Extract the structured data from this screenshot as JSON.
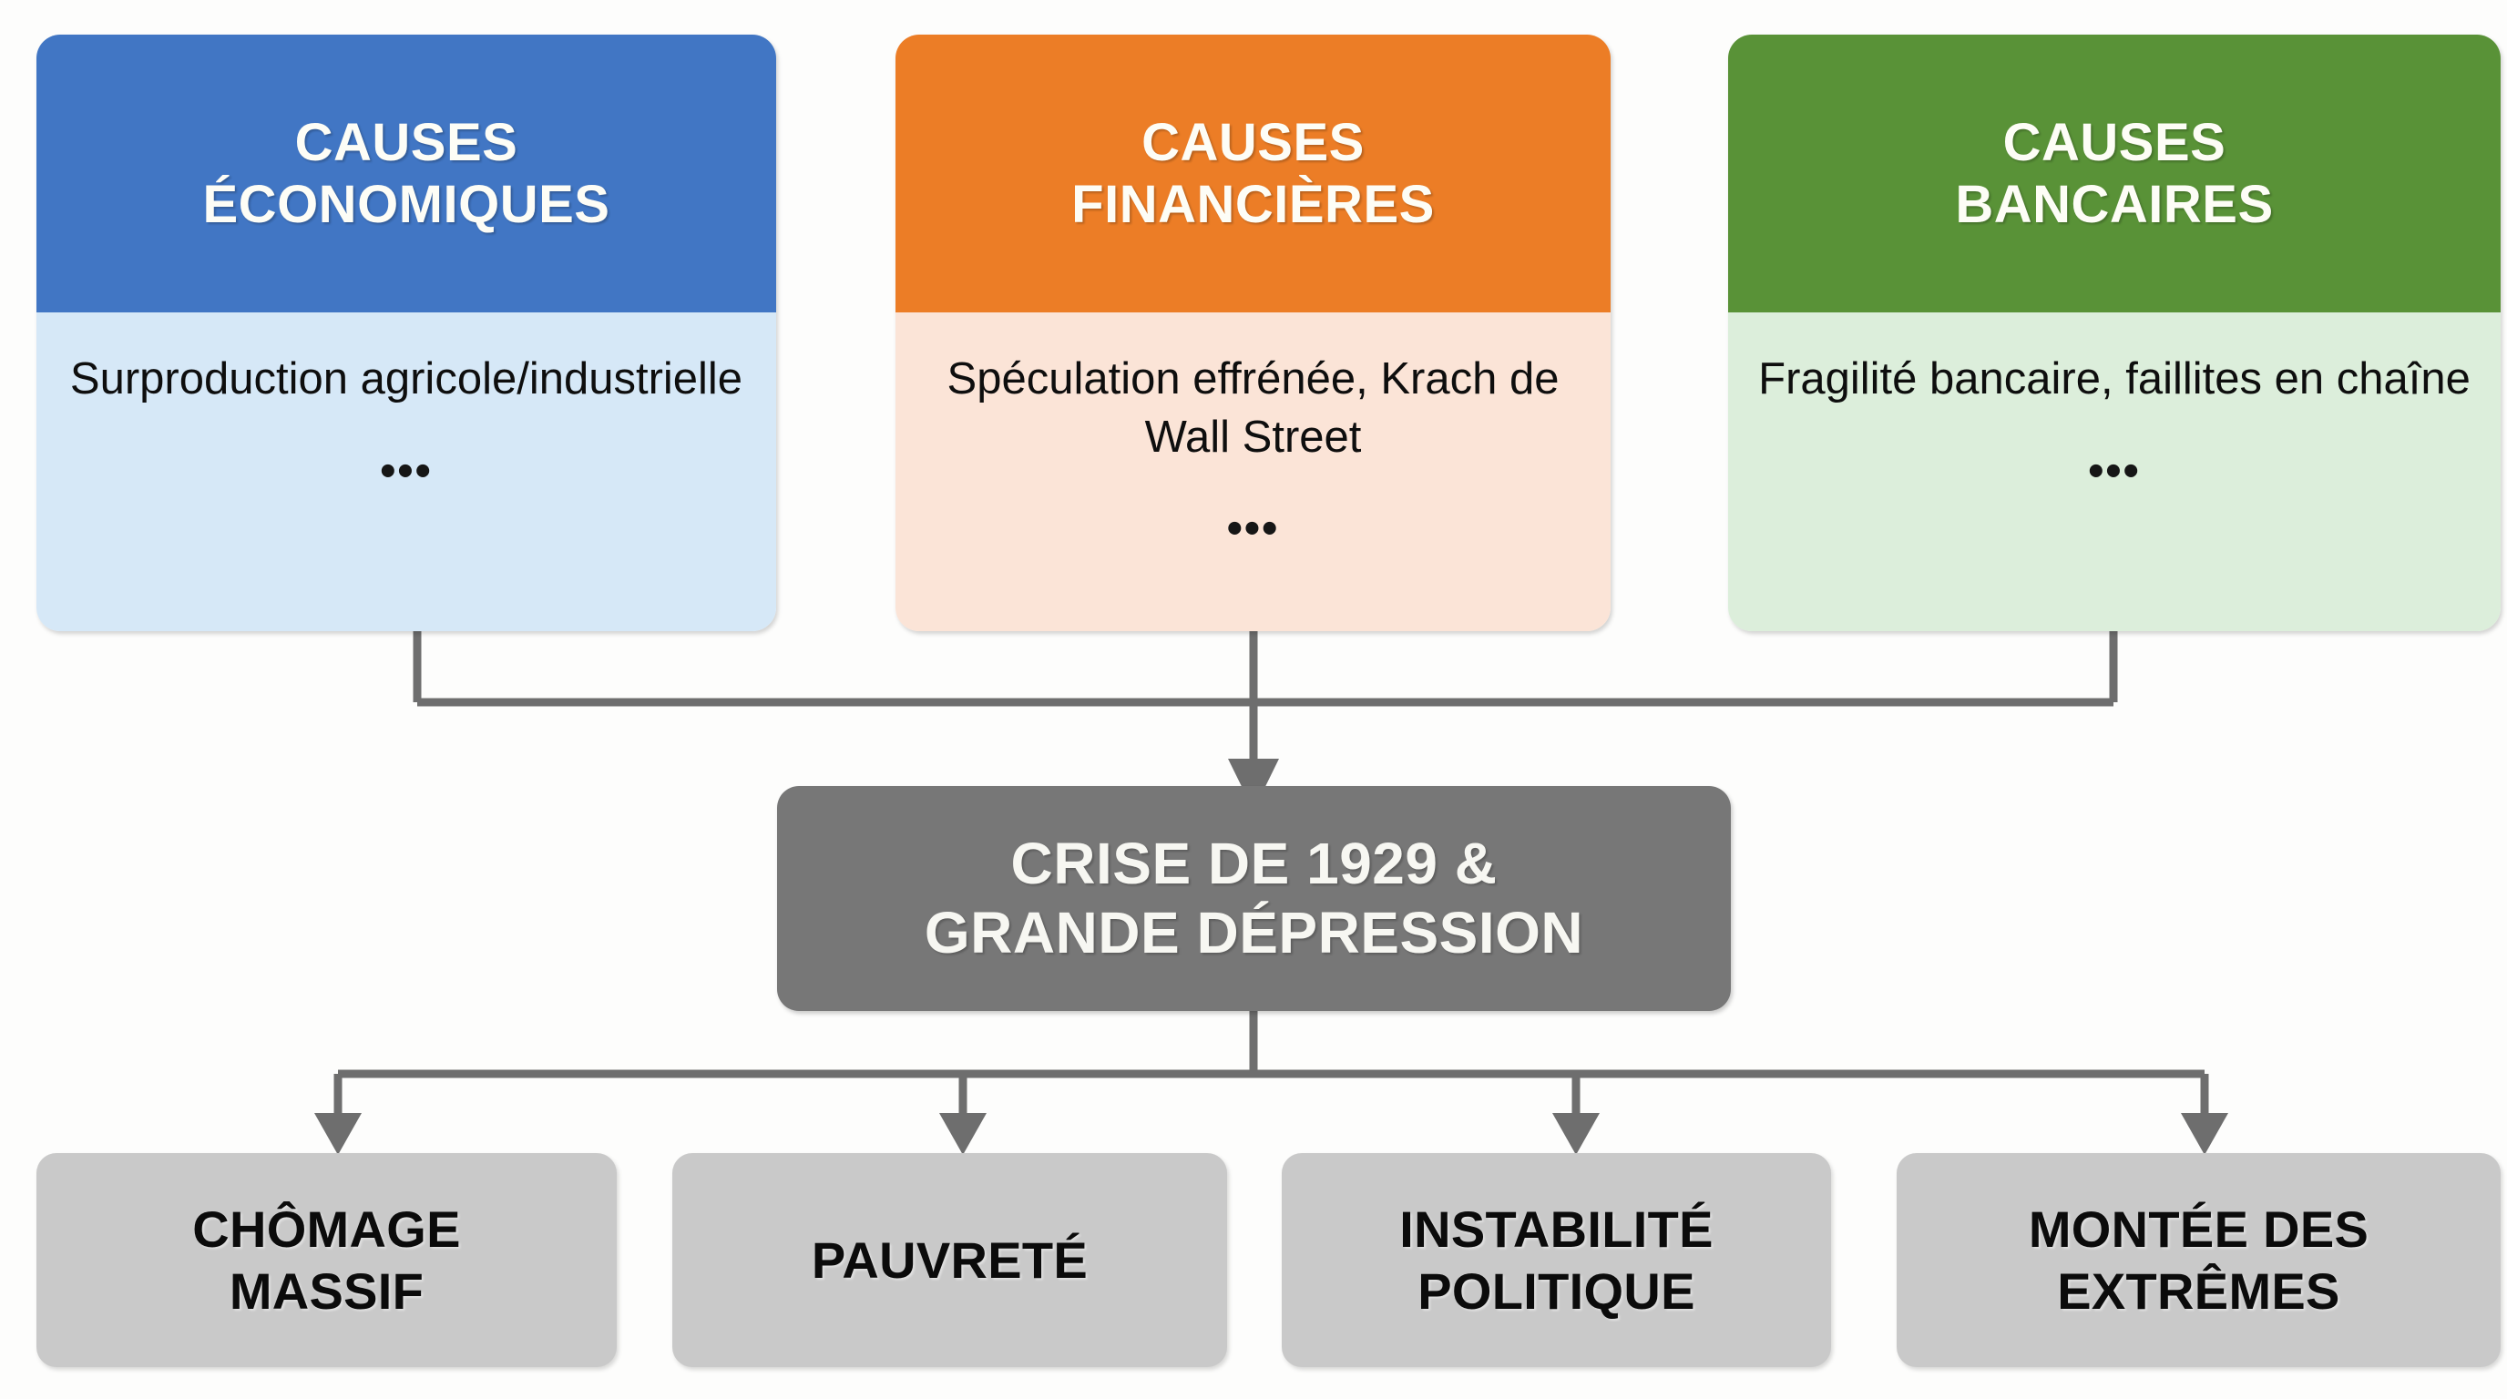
{
  "diagram": {
    "title_implied": "CRISE DE 1929 & GRANDE DÉPRESSION",
    "background_color": "#fdfdfc",
    "connector_color": "#6e6e6e"
  },
  "causes": [
    {
      "id": "economiques",
      "header": "CAUSES\nÉCONOMIQUES",
      "header_color": "#4176c4",
      "body_color": "#d6e8f7",
      "body_text": "Surproduction\nagricole/industrielle",
      "ellipsis": "•••"
    },
    {
      "id": "financieres",
      "header": "CAUSES\nFINANCIÈRES",
      "header_color": "#ec7d26",
      "body_color": "#fbe4d7",
      "body_text": "Spéculation effrénée,\nKrach de Wall Street",
      "ellipsis": "•••"
    },
    {
      "id": "bancaires",
      "header": "CAUSES\nBANCAIRES",
      "header_color": "#599237",
      "body_color": "#dceedb",
      "body_text": "Fragilité bancaire,\nfaillites en chaîne",
      "ellipsis": "•••"
    }
  ],
  "crisis": {
    "label": "CRISE DE 1929 &\nGRANDE DÉPRESSION",
    "color": "#777777",
    "text_color": "#f7f7f2"
  },
  "consequences": [
    {
      "id": "chomage",
      "label": "CHÔMAGE\nMASSIF"
    },
    {
      "id": "pauvrete",
      "label": "PAUVRETÉ"
    },
    {
      "id": "instabilite",
      "label": "INSTABILITÉ\nPOLITIQUE"
    },
    {
      "id": "extremes",
      "label": "MONTÉE DES\nEXTRÊMES"
    }
  ]
}
